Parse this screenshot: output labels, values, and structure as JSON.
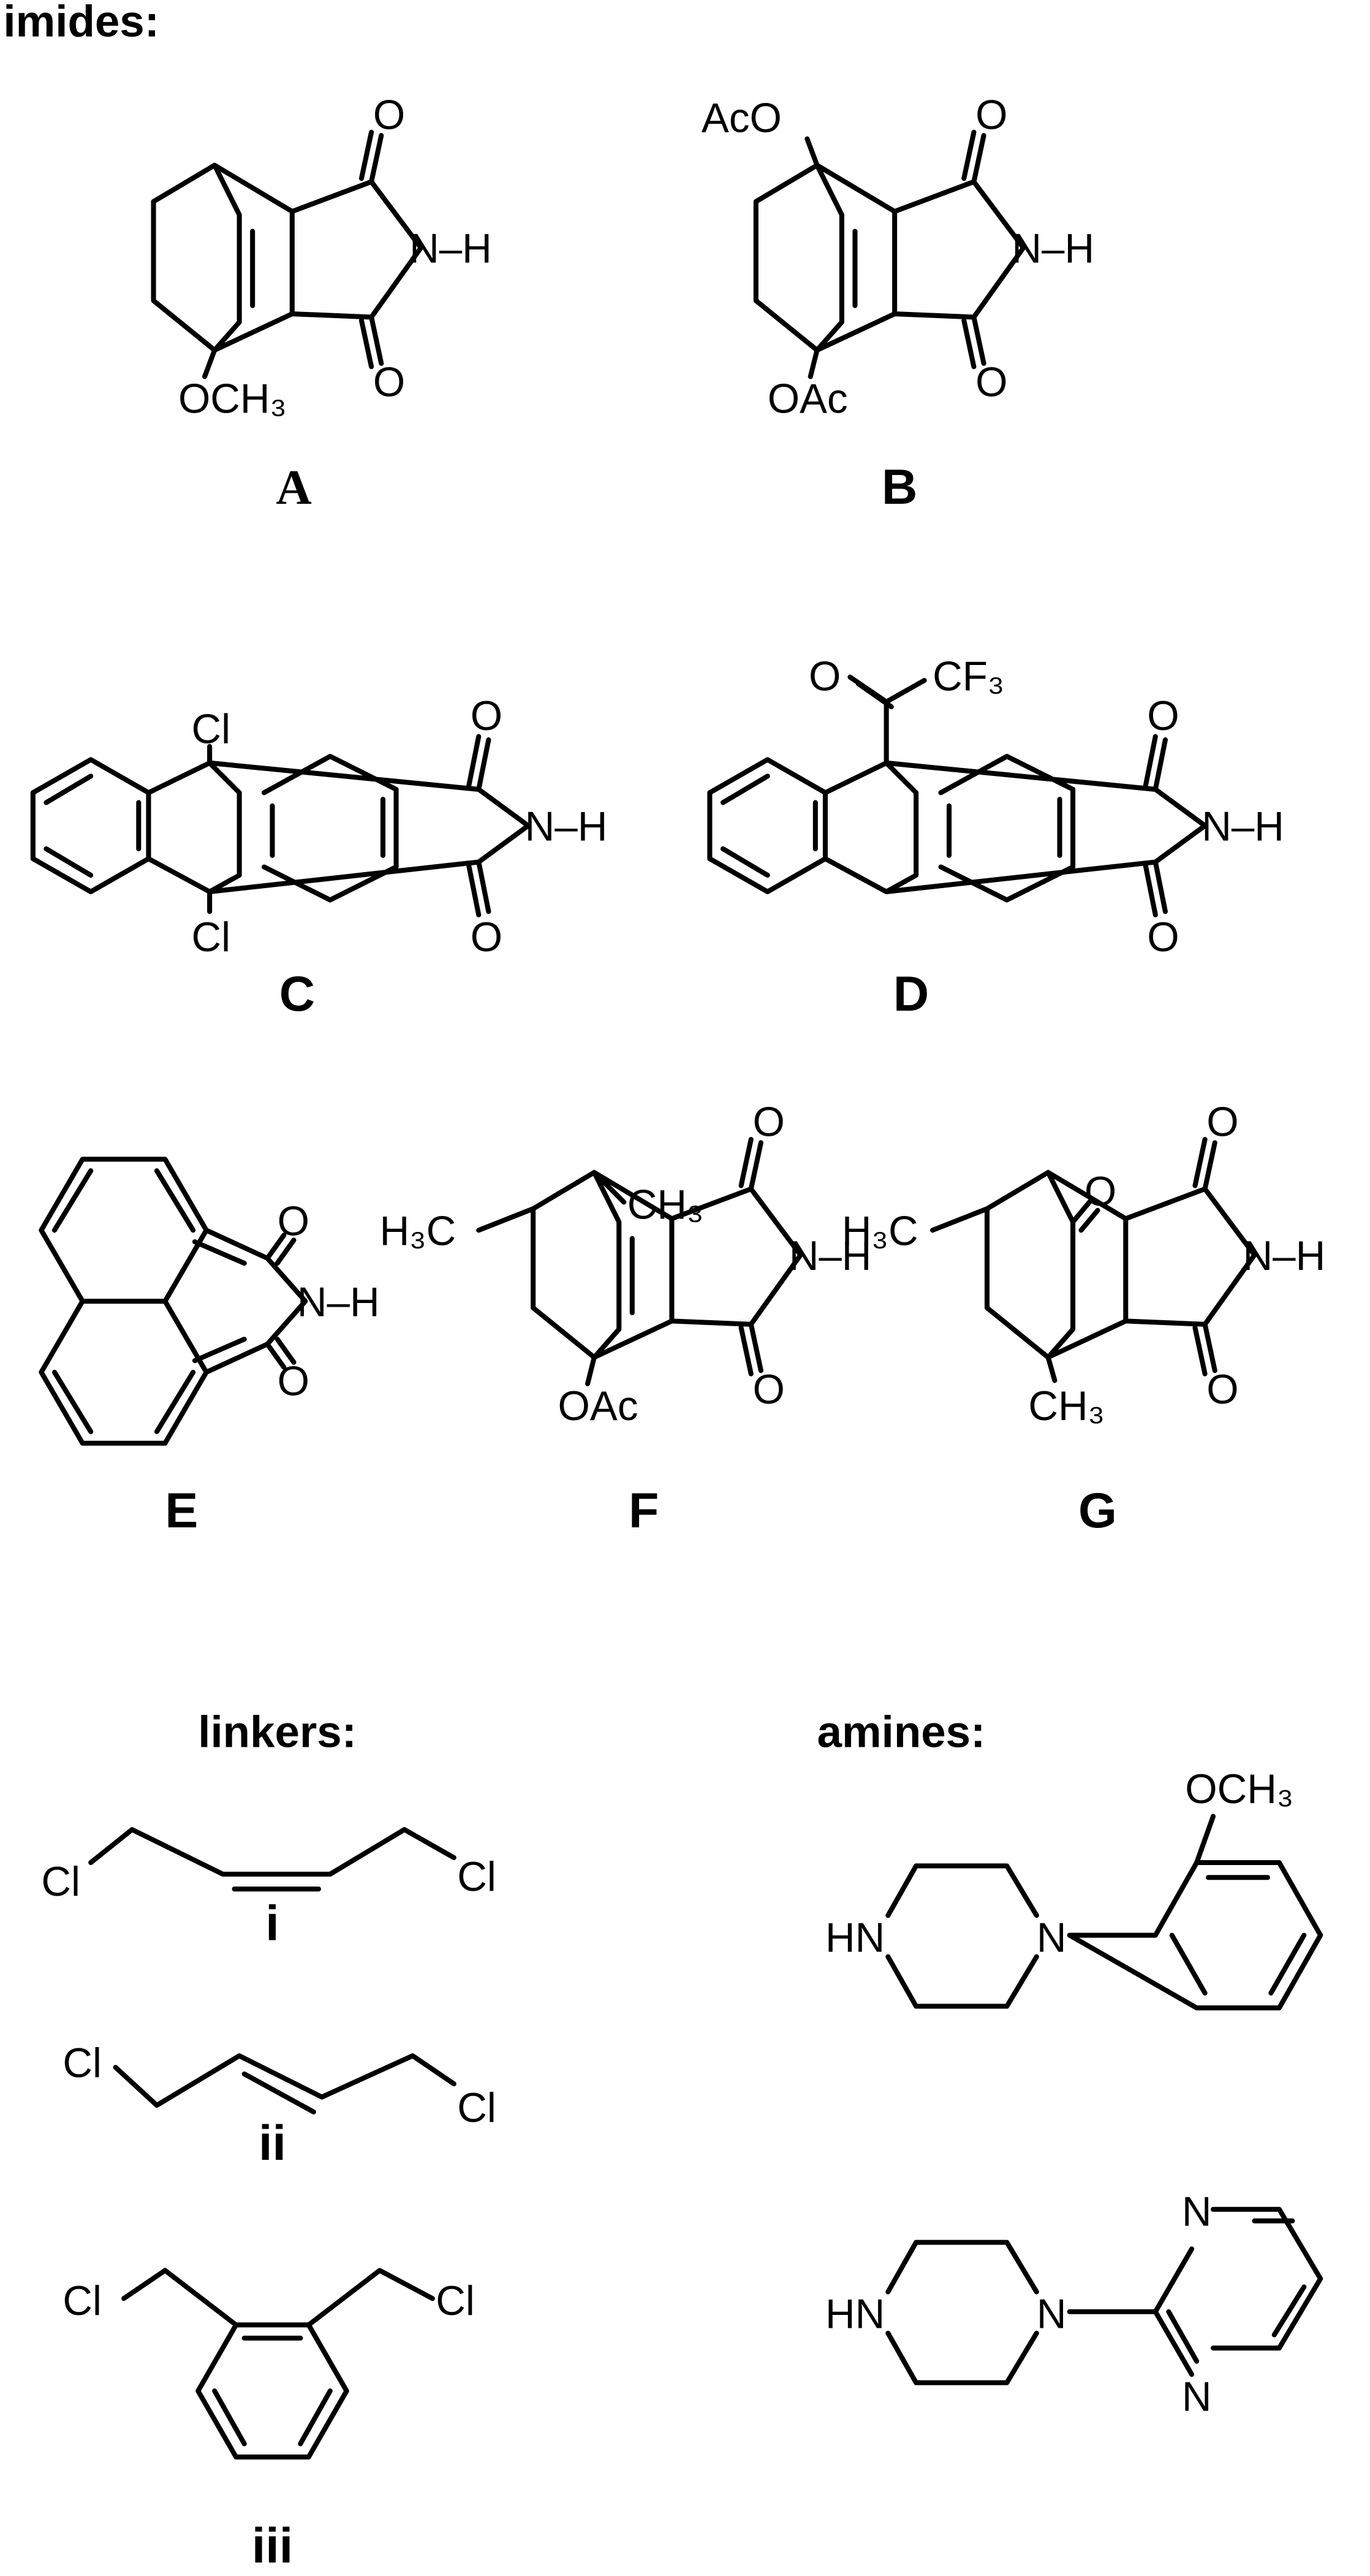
{
  "headings": {
    "imides": "imides:",
    "linkers": "linkers:",
    "amines": "amines:"
  },
  "imides": {
    "A": {
      "label": "A",
      "o1": "O",
      "o2": "O",
      "nh": "N–H",
      "sub": "OCH₃"
    },
    "B": {
      "label": "B",
      "o1": "O",
      "o2": "O",
      "nh": "N–H",
      "sub_top": "AcO",
      "sub_bottom": "OAc"
    },
    "C": {
      "label": "C",
      "o1": "O",
      "o2": "O",
      "nh": "N–H",
      "cl_top": "Cl",
      "cl_bottom": "Cl"
    },
    "D": {
      "label": "D",
      "o1": "O",
      "o2": "O",
      "nh": "N–H",
      "ketone_o": "O",
      "cf3": "CF₃"
    },
    "E": {
      "label": "E",
      "o1": "O",
      "o2": "O",
      "nh": "N–H"
    },
    "F": {
      "label": "F",
      "o1": "O",
      "o2": "O",
      "nh": "N–H",
      "h3c": "H₃C",
      "ch3": "CH₃",
      "oac": "OAc"
    },
    "G": {
      "label": "G",
      "o1": "O",
      "o2": "O",
      "nh": "N–H",
      "h3c": "H₃C",
      "ch3": "CH₃",
      "ketone_o": "O"
    }
  },
  "linkers": {
    "i": {
      "label": "i",
      "cl1": "Cl",
      "cl2": "Cl"
    },
    "ii": {
      "label": "ii",
      "cl1": "Cl",
      "cl2": "Cl"
    },
    "iii": {
      "label": "iii",
      "cl1": "Cl",
      "cl2": "Cl"
    }
  },
  "amines": {
    "a1": {
      "hn": "HN",
      "n": "N",
      "och3": "OCH₃"
    },
    "a2": {
      "hn": "HN",
      "n": "N",
      "n_top": "N",
      "n_bottom": "N"
    }
  }
}
